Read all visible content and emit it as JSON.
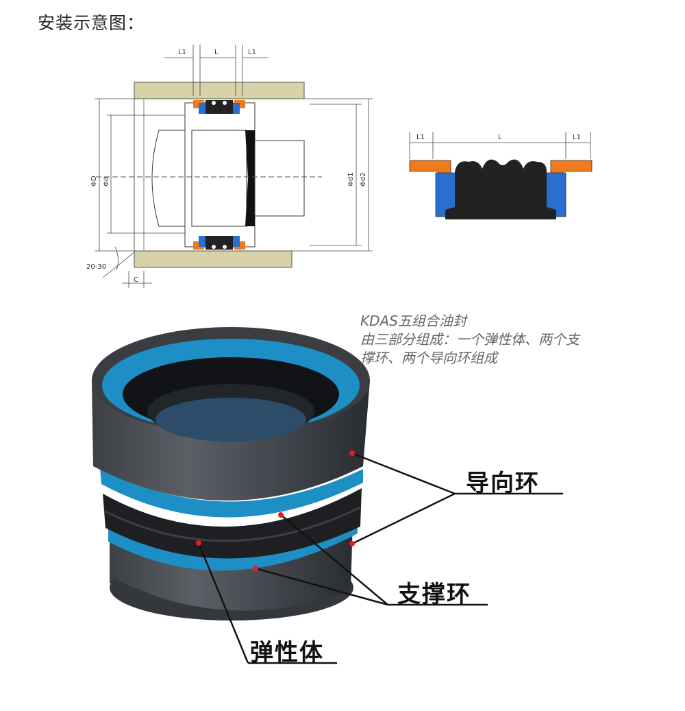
{
  "title": "安装示意图：",
  "drawing_labels": {
    "l1_left": "L1",
    "l_mid": "L",
    "l1_right": "L1",
    "phi_D": "ΦD",
    "phi_d": "Φd",
    "phi_d1": "Φd1",
    "phi_d2": "Φd2",
    "angle": "20-30",
    "c": "C"
  },
  "section_labels": {
    "l1_left": "L1",
    "l_mid": "L",
    "l1_right": "L1"
  },
  "description": {
    "line1": "KDAS五组合油封",
    "line2": "由三部分组成：一个弹性体、两个支",
    "line3": "撑环、两个导向环组成"
  },
  "callouts": {
    "guide_ring": "导向环",
    "support_ring": "支撑环",
    "elastomer": "弹性体"
  },
  "colors": {
    "housing": "#d8d2a8",
    "seal_orange": "#f07a1e",
    "seal_blue": "#2a6fd0",
    "elastomer": "#222222",
    "ring_blue": "#1e8fc4",
    "marker_red": "#e0201e"
  }
}
